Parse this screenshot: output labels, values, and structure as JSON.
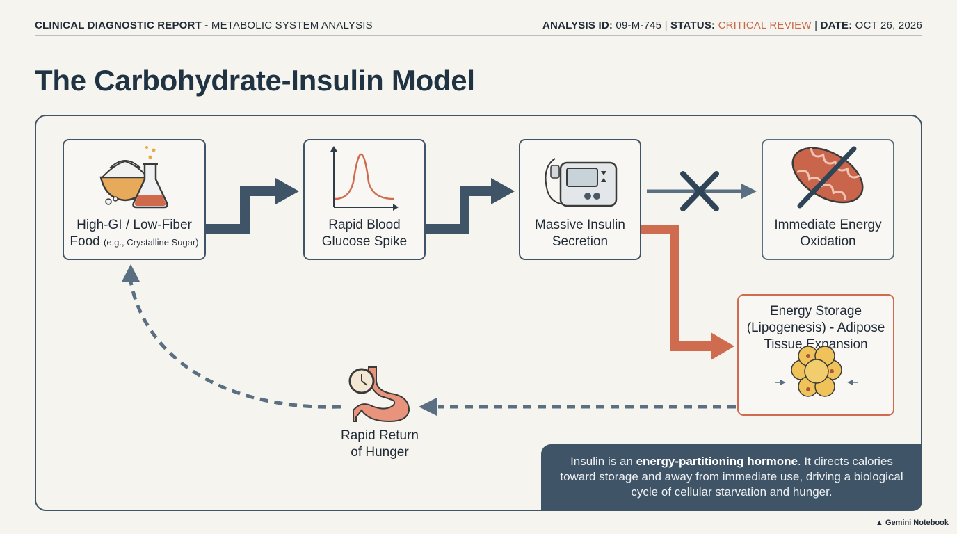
{
  "header": {
    "report_bold": "CLINICAL DIAGNOSTIC REPORT",
    "report_sep": " - ",
    "report_sub": "METABOLIC SYSTEM ANALYSIS",
    "id_label": "ANALYSIS ID:",
    "id_value": " 09-M-745 | ",
    "status_label": "STATUS:",
    "status_value": " CRITICAL REVIEW",
    "date_sep": " | ",
    "date_label": "DATE:",
    "date_value": " OCT 26, 2026"
  },
  "title": "The Carbohydrate-Insulin Model",
  "nodes": {
    "food": {
      "line1": "High-GI / Low-Fiber",
      "line2": "Food",
      "note": "(e.g., Crystalline Sugar)"
    },
    "glucose": {
      "line1": "Rapid Blood",
      "line2": "Glucose Spike"
    },
    "insulin": {
      "line1": "Massive Insulin",
      "line2": "Secretion"
    },
    "oxidation": {
      "line1": "Immediate Energy",
      "line2": "Oxidation"
    },
    "storage": {
      "line1": "Energy Storage",
      "line2": "(Lipogenesis) - Adipose",
      "line3": "Tissue Expansion"
    },
    "hunger": {
      "line1": "Rapid Return",
      "line2": "of Hunger"
    }
  },
  "note": {
    "pre": "Insulin is an ",
    "bold": "energy-partitioning hormone",
    "post": ". It directs calories toward storage and away from immediate use, driving a biological cycle of cellular starvation and hunger."
  },
  "brand": "Gemini Notebook",
  "colors": {
    "navy": "#3f5466",
    "accent": "#cf6c4f",
    "slate": "#5b6f82",
    "background": "#f6f4ef"
  },
  "icons": [
    "sugar-bowl-icon",
    "flask-icon",
    "glucose-curve-icon",
    "insulin-pump-icon",
    "mitochondria-icon",
    "blocked-x-icon",
    "fat-cell-icon",
    "stomach-icon",
    "clock-icon",
    "gemini-logo-icon"
  ]
}
